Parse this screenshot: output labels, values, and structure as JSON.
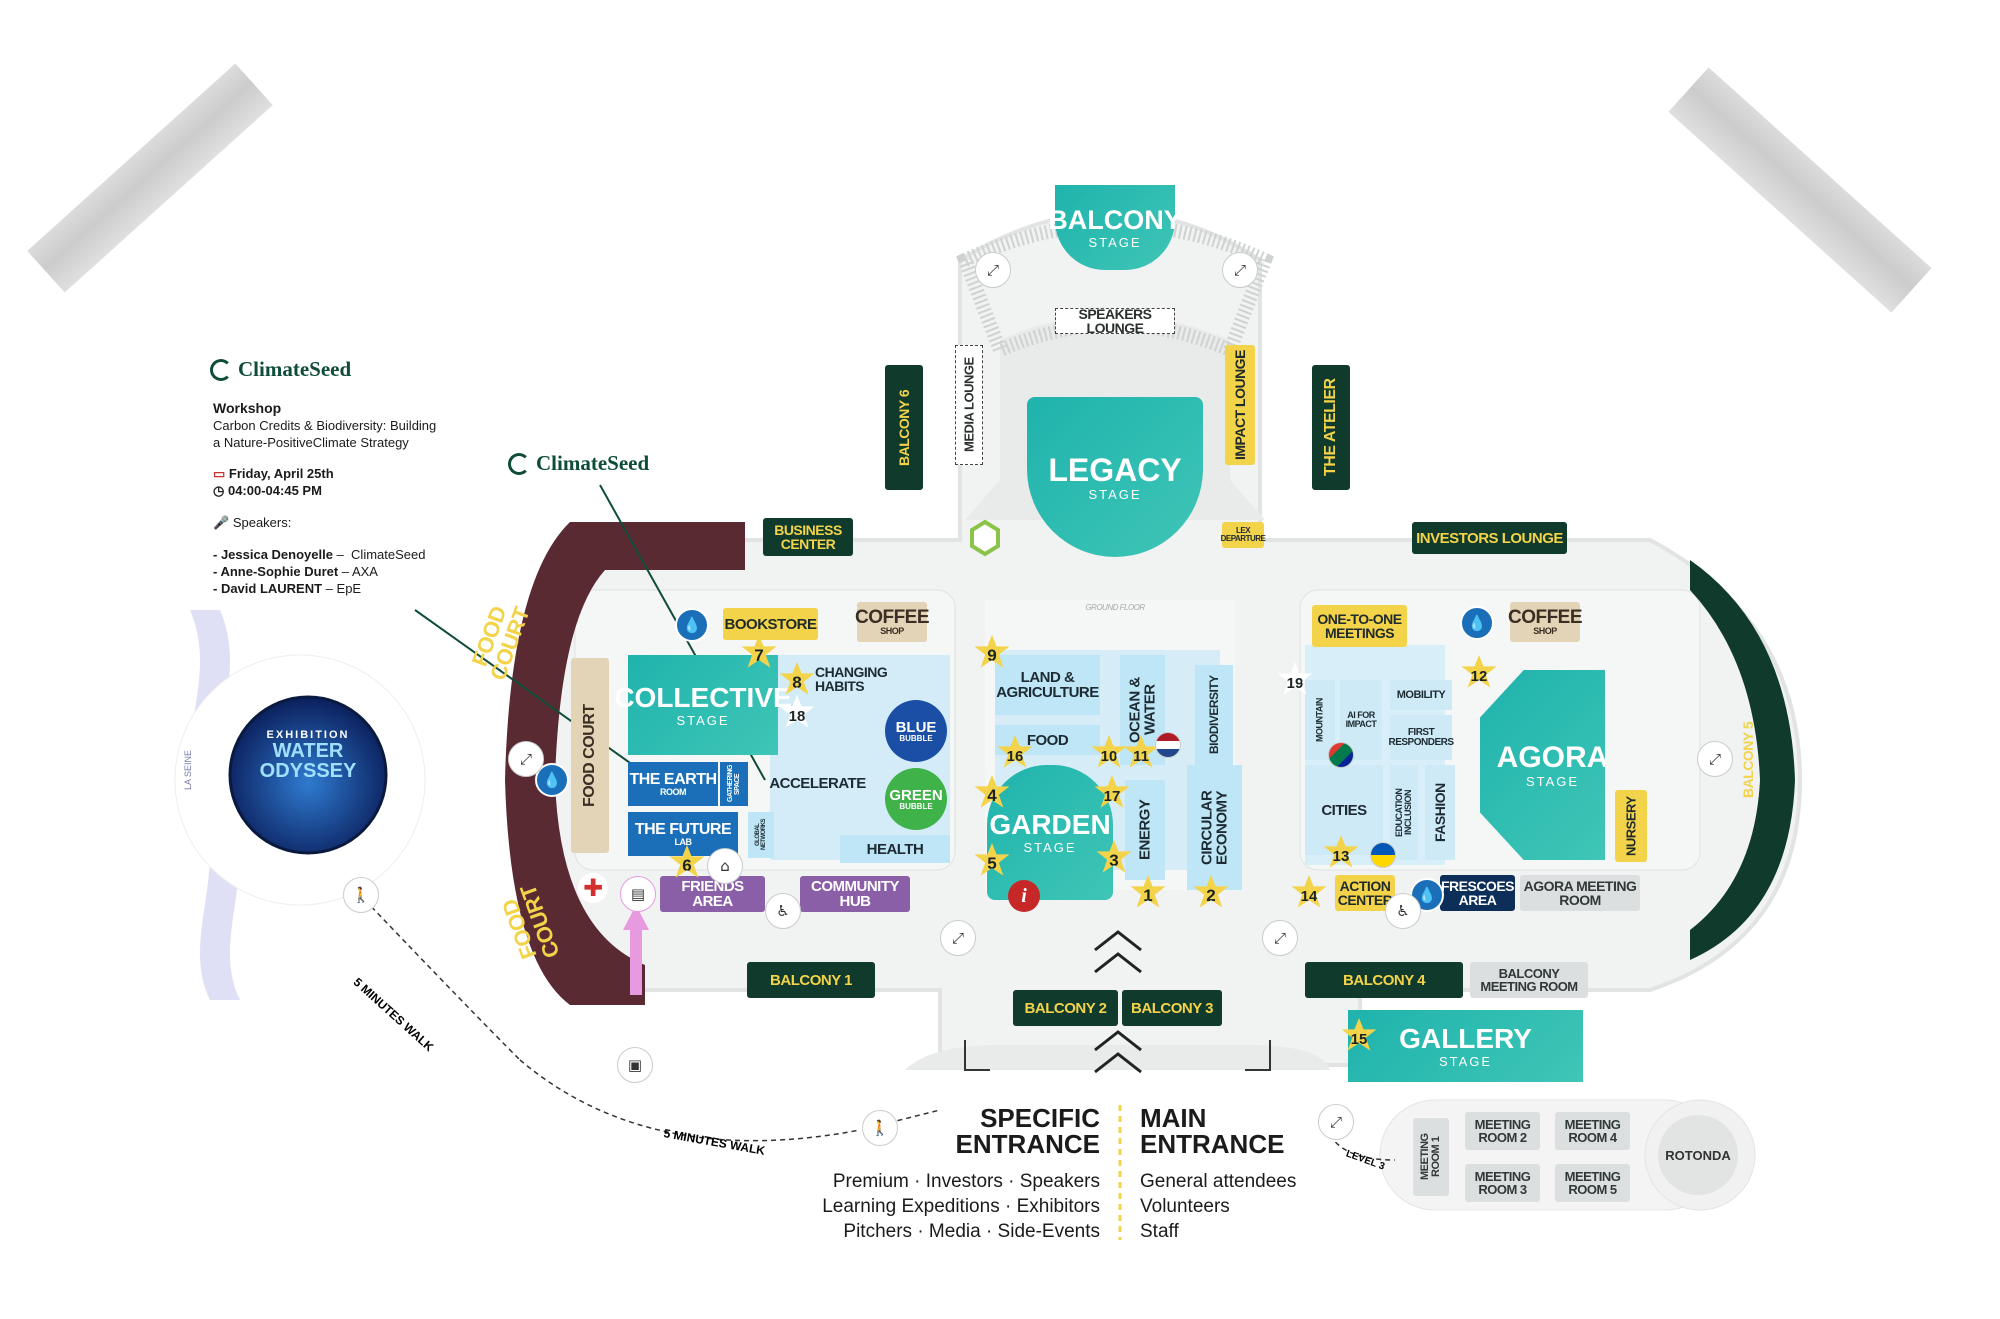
{
  "brand": {
    "name": "ClimateSeed",
    "color": "#0f4d3a"
  },
  "workshop": {
    "title": "Workshop",
    "subtitle_line1": "Carbon Credits & Biodiversity: Building",
    "subtitle_line2": "a Nature-PositiveClimate Strategy",
    "date": "Friday, April 25th",
    "time": "04:00-04:45 PM",
    "speakers_label": "Speakers:",
    "speakers": [
      {
        "name": "- Jessica Denoyelle",
        "org": "ClimateSeed"
      },
      {
        "name": "- Anne-Sophie Duret",
        "org": "AXA"
      },
      {
        "name": "- David LAURENT",
        "org": "EpE"
      }
    ],
    "callout_logo": "ClimateSeed"
  },
  "exhibition": {
    "line1": "EXHIBITION",
    "line2": "WATER",
    "line3": "ODYSSEY",
    "river": "LA SEINE"
  },
  "walks": {
    "walk1": "5 MINUTES WALK",
    "walk2": "5 MINUTES WALK",
    "level": "LEVEL 3"
  },
  "stages": {
    "balcony": {
      "name": "BALCONY",
      "sub": "STAGE"
    },
    "legacy": {
      "name": "LEGACY",
      "sub": "STAGE"
    },
    "collective": {
      "name": "COLLECTIVE",
      "sub": "STAGE"
    },
    "garden": {
      "name": "GARDEN",
      "sub": "STAGE"
    },
    "agora": {
      "name": "AGORA",
      "sub": "STAGE"
    },
    "gallery": {
      "name": "GALLERY",
      "sub": "STAGE"
    }
  },
  "labels": {
    "speakers_lounge": "SPEAKERS LOUNGE",
    "media_lounge": "MEDIA LOUNGE",
    "impact_lounge": "IMPACT LOUNGE",
    "the_atelier": "THE ATELIER",
    "balcony6": "BALCONY 6",
    "business_center": "BUSINESS CENTER",
    "investors_lounge": "INVESTORS LOUNGE",
    "lex_departure": "LEX DEPARTURE",
    "ground_floor": "GROUND FLOOR",
    "food_court_top": "FOOD COURT",
    "food_court_bottom": "FOOD COURT",
    "food_court_inner": "FOOD COURT",
    "bookstore": "BOOKSTORE",
    "coffee_shop_left": "COFFEE",
    "coffee_shop_left_sub": "SHOP",
    "coffee_shop_right": "COFFEE",
    "coffee_shop_right_sub": "SHOP",
    "changing_habits": "CHANGING HABITS",
    "blue_bubble": "BLUE",
    "blue_bubble_sub": "BUBBLE",
    "green_bubble": "GREEN",
    "green_bubble_sub": "BUBBLE",
    "the_earth": "THE EARTH",
    "the_earth_sub": "ROOM",
    "gathering_space": "GATHERING SPACE",
    "accelerate": "ACCELERATE",
    "the_future": "THE FUTURE",
    "the_future_sub": "LAB",
    "global_networks": "GLOBAL NETWORKS",
    "health": "HEALTH",
    "friends_area": "FRIENDS AREA",
    "community_hub": "COMMUNITY HUB",
    "land_agriculture": "LAND & AGRICULTURE",
    "food": "FOOD",
    "ocean_water": "OCEAN & WATER",
    "biodiversity": "BIODIVERSITY",
    "energy": "ENERGY",
    "circular_economy": "CIRCULAR ECONOMY",
    "one_to_one": "ONE-TO-ONE MEETINGS",
    "mountain": "MOUNTAIN",
    "ai_for_impact": "AI FOR IMPACT",
    "mobility": "MOBILITY",
    "first_responders": "FIRST RESPONDERS",
    "cities": "CITIES",
    "education_inclusion": "EDUCATION INCLUSION",
    "fashion": "FASHION",
    "nursery": "NURSERY",
    "action_center": "ACTION CENTER",
    "frescoes_area": "FRESCOES AREA",
    "agora_meeting_room": "AGORA MEETING ROOM",
    "balcony5": "BALCONY 5",
    "balcony1": "BALCONY 1",
    "balcony2": "BALCONY 2",
    "balcony3": "BALCONY 3",
    "balcony4": "BALCONY 4",
    "balcony_meeting_room": "BALCONY MEETING ROOM",
    "meeting_room1": "MEETING ROOM 1",
    "meeting_room2": "MEETING ROOM 2",
    "meeting_room3": "MEETING ROOM 3",
    "meeting_room4": "MEETING ROOM 4",
    "meeting_room5": "MEETING ROOM 5",
    "rotonda": "ROTONDA"
  },
  "stars": {
    "s1": "1",
    "s2": "2",
    "s3": "3",
    "s4": "4",
    "s5": "5",
    "s6": "6",
    "s7": "7",
    "s8": "8",
    "s9": "9",
    "s10": "10",
    "s11": "11",
    "s12": "12",
    "s13": "13",
    "s14": "14",
    "s15": "15",
    "s16": "16",
    "s17": "17",
    "s18": "18",
    "s19": "19"
  },
  "entrances": {
    "specific_line1": "SPECIFIC",
    "specific_line2": "ENTRANCE",
    "specific_desc1": "Premium · Investors · Speakers",
    "specific_desc2": "Learning Expeditions · Exhibitors",
    "specific_desc3": "Pitchers · Media · Side-Events",
    "main_line1": "MAIN",
    "main_line2": "ENTRANCE",
    "main_desc1": "General attendees",
    "main_desc2": "Volunteers",
    "main_desc3": "Staff"
  },
  "colors": {
    "teal": "#2bb3b1",
    "dark_green": "#0f3a2c",
    "yellow": "#f3d34a",
    "maroon": "#5a2a33",
    "purple": "#8a5fa8"
  }
}
